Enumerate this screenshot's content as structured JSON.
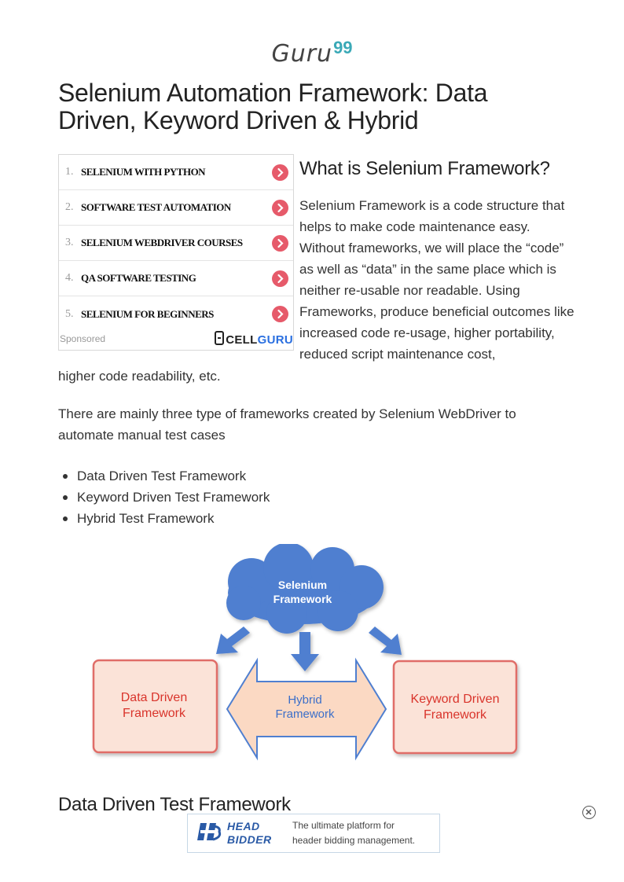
{
  "logo": {
    "wordmark": "Guru",
    "number": "99"
  },
  "article": {
    "title": "Selenium Automation Framework: Data Driven, Keyword Driven & Hybrid",
    "subheading": "What is Selenium Framework?",
    "para1_side": "Selenium Framework is a code structure that helps to make code maintenance easy. Without frameworks, we will place the “code” as well as “data” in the same place which is neither re-usable nor readable. Using Frameworks, produce beneficial outcomes like increased code re-usage, higher portability, reduced script maintenance cost,",
    "para1_cont": "higher code readability, etc.",
    "para2": "There are mainly three type of frameworks created by Selenium WebDriver to automate manual test cases",
    "list": [
      "Data Driven Test Framework",
      "Keyword Driven Test Framework",
      "Hybrid Test Framework"
    ],
    "section_heading": "Data Driven Test Framework"
  },
  "sidebar_ad": {
    "items": [
      {
        "num": "1.",
        "label": "SELENIUM WITH PYTHON"
      },
      {
        "num": "2.",
        "label": "SOFTWARE TEST AUTOMATION"
      },
      {
        "num": "3.",
        "label": "SELENIUM WEBDRIVER COURSES"
      },
      {
        "num": "4.",
        "label": "QA SOFTWARE TESTING"
      },
      {
        "num": "5.",
        "label": "SELENIUM FOR BEGINNERS"
      }
    ],
    "sponsored": "Sponsored",
    "brand_a": "CELL",
    "brand_b": "GURU"
  },
  "diagram": {
    "cloud_line1": "Selenium",
    "cloud_line2": "Framework",
    "left_line1": "Data Driven",
    "left_line2": "Framework",
    "center_line1": "Hybrid",
    "center_line2": "Framework",
    "right_line1": "Keyword Driven",
    "right_line2": "Framework"
  },
  "banner": {
    "brand_line1": "HEAD",
    "brand_line2": "BIDDER",
    "tagline_line1": "The ultimate platform for",
    "tagline_line2": "header bidding management."
  },
  "colors": {
    "cloud": "#4f7fd0",
    "arrow": "#4f7fd0",
    "box_border": "#e06d67",
    "box_fill": "#fbe3d8",
    "box_text": "#d9342b",
    "hybrid_text": "#3c6fc9",
    "ad_arrow": "#e65a6a",
    "logo_accent": "#3aa9b7"
  },
  "icons": {
    "ad_arrow": "chevron-right-icon",
    "close": "close-circle-icon",
    "cellguru": "phone-icon",
    "headbidder": "hb-logo-icon"
  }
}
